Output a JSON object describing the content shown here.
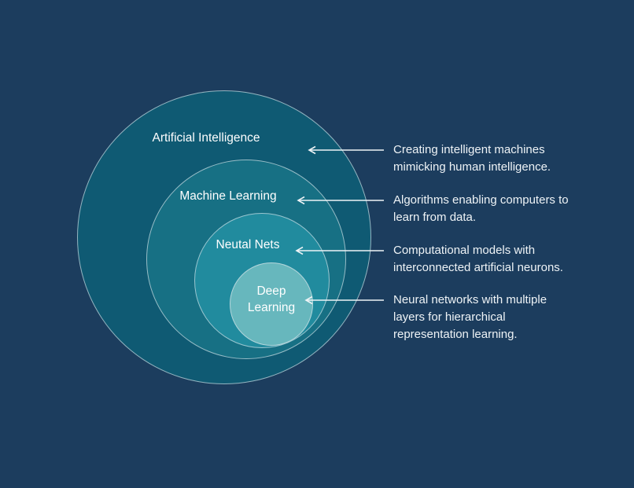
{
  "diagram": {
    "background_color": "#1c3d5e",
    "stroke_color": "#dce6eb",
    "arrow_color": "#eef3f6",
    "text_color": "#ffffff",
    "rings": [
      {
        "label": "Artificial Intelligence",
        "color": "#0f5a73",
        "description": "Creating intelligent machines mimicking human intelligence."
      },
      {
        "label": "Machine Learning",
        "color": "#177084",
        "description": "Algorithms enabling computers to learn from data."
      },
      {
        "label": "Neutal Nets",
        "color": "#218b9e",
        "description": "Computational models with interconnected artificial neurons."
      },
      {
        "label": "Deep Learning",
        "color": "#67b7bd",
        "description": "Neural networks with multiple layers for hierarchical representation learning."
      }
    ]
  }
}
